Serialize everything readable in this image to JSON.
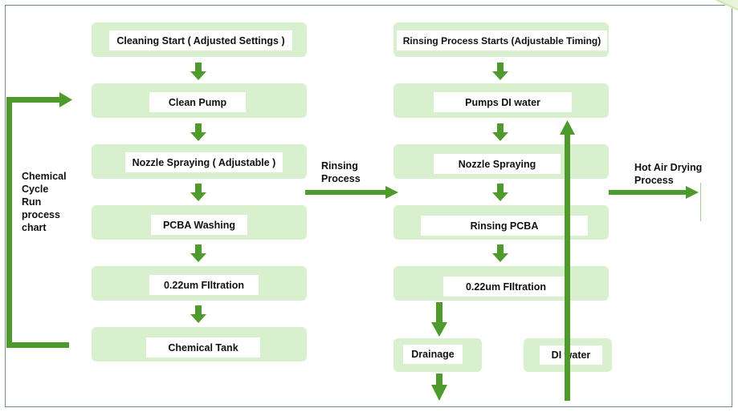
{
  "colors": {
    "arrow": "#4e9a2c",
    "box": "#d9f0cf",
    "frame": "#6f8a95"
  },
  "left_column": {
    "steps": [
      "Cleaning Start ( Adjusted Settings )",
      "Clean Pump",
      "Nozzle Spraying ( Adjustable )",
      "PCBA Washing",
      "0.22um FIltration",
      "Chemical Tank"
    ],
    "cycle_label": [
      "Chemical",
      "Cycle",
      "Run",
      "process",
      "chart"
    ]
  },
  "transition_label": [
    "Rinsing",
    "Process"
  ],
  "right_column": {
    "steps": [
      "Rinsing Process Starts (Adjustable Timing)",
      "Pumps DI water",
      "Nozzle Spraying",
      "Rinsing PCBA",
      "0.22um FIltration"
    ],
    "drainage": "Drainage",
    "di_water": "DI water"
  },
  "next_stage_label": [
    "Hot Air Drying",
    "Process"
  ]
}
